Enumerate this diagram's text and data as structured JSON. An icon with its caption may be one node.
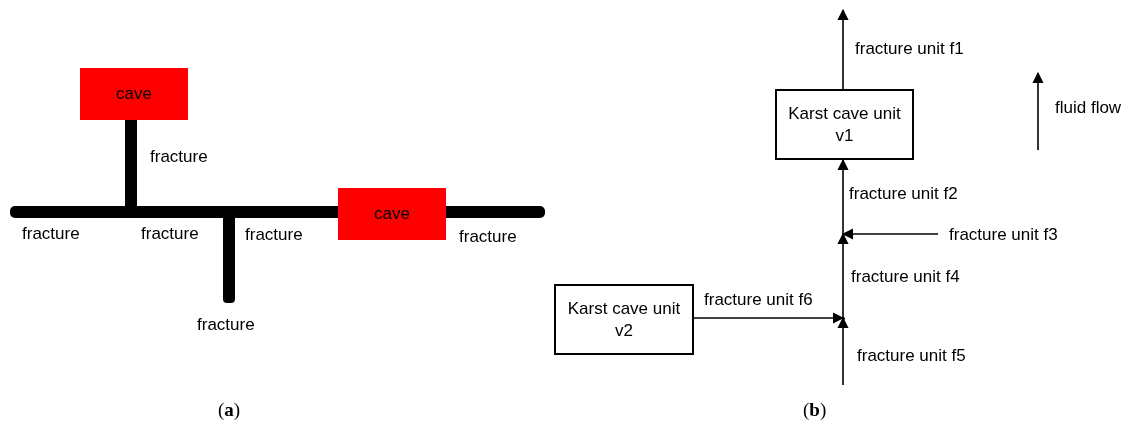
{
  "diagram": {
    "nodes": [
      {
        "text": [
          "cave"
        ]
      },
      {
        "text": [
          "cave"
        ]
      },
      {
        "text": [
          "Karst cave unit v1"
        ]
      },
      {
        "text": [
          "Karst cave unit v2"
        ]
      },
      {
        "text": [],
        "shape": "junction"
      },
      {
        "text": [],
        "shape": "junction"
      }
    ],
    "edges": [
      {
        "from": 2,
        "to": null,
        "arrow": "to",
        "label": "fracture unit f1"
      },
      {
        "from": 4,
        "to": 2,
        "arrow": "to",
        "label": "fracture unit f2"
      },
      {
        "from": null,
        "to": 4,
        "arrow": "to",
        "label": "fracture unit f3"
      },
      {
        "from": 5,
        "to": 4,
        "arrow": "to",
        "label": "fracture unit f4"
      },
      {
        "from": 3,
        "to": 5,
        "arrow": "to",
        "label": "fracture unit f6"
      },
      {
        "from": null,
        "to": 5,
        "arrow": "to",
        "label": "fracture unit f5"
      }
    ],
    "labels": [
      "fracture",
      "fracture",
      "fracture",
      "fracture",
      "fracture",
      "fracture",
      "fluid flow",
      "(**a**)",
      "(**b**)"
    ]
  }
}
